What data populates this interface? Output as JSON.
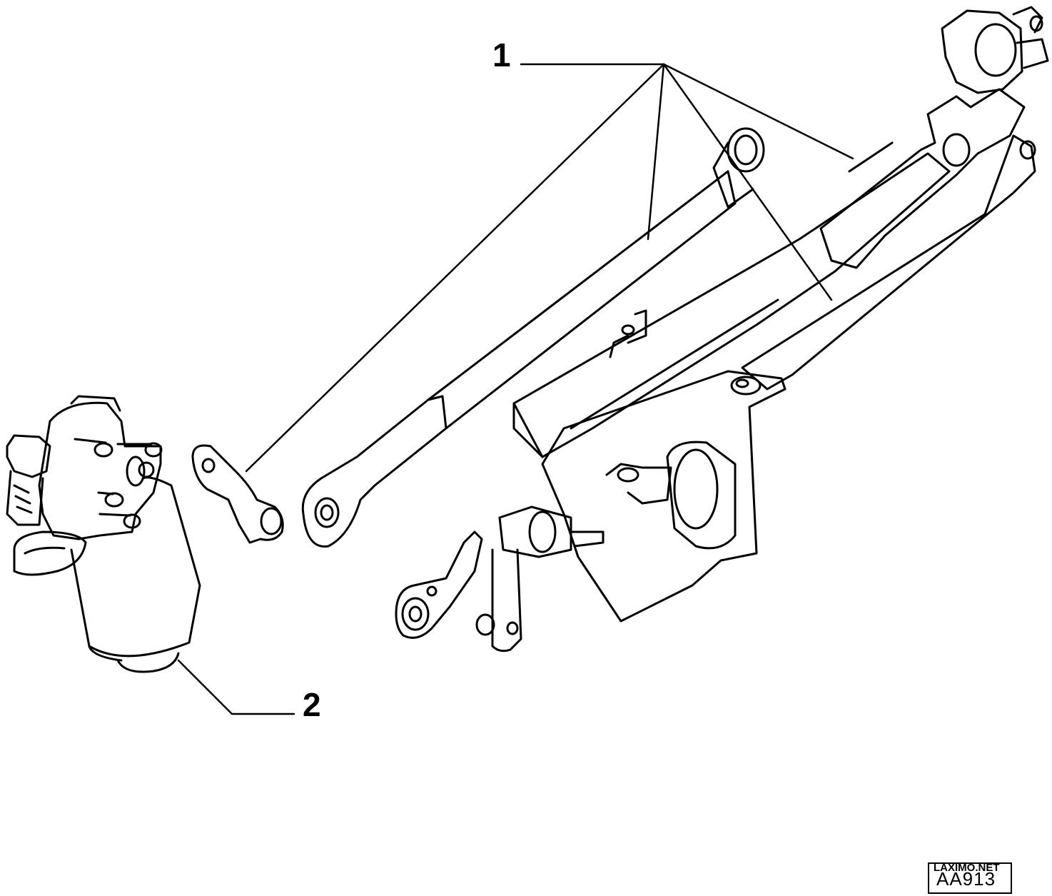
{
  "callouts": [
    {
      "id": "1",
      "label": "1"
    },
    {
      "id": "2",
      "label": "2"
    }
  ],
  "stamp": {
    "code": "AA913",
    "watermark": "LAXIMO.NET"
  },
  "colors": {
    "line": "#000000",
    "background": "#ffffff"
  }
}
